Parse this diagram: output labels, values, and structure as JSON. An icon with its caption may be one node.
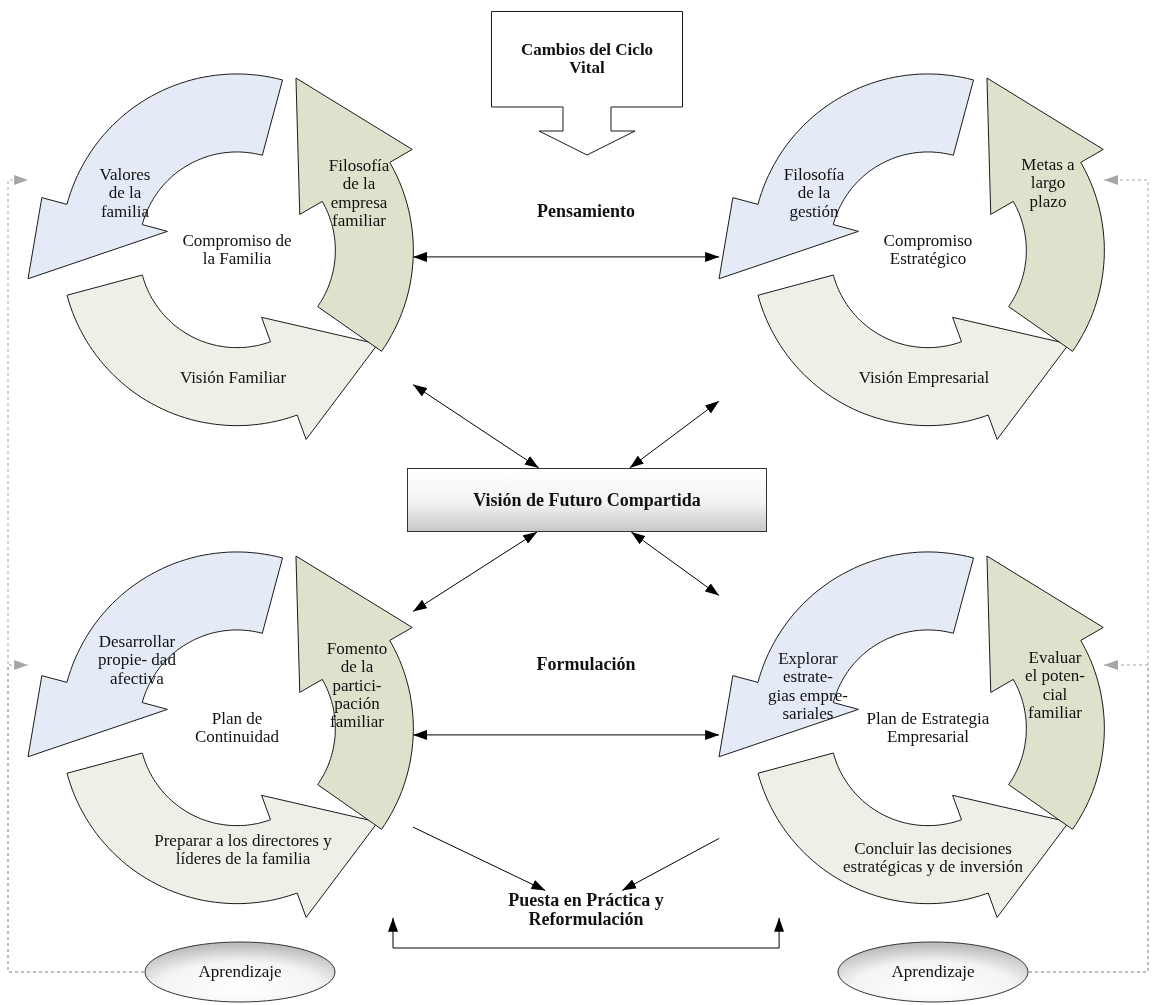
{
  "diagram": {
    "nodes": [
      {
        "text": [
          "Cambios del Ciclo Vital"
        ]
      },
      {
        "text": [
          "Compromiso de la Familia"
        ]
      },
      {
        "text": [
          "Valores de la familia"
        ],
        "in": 1
      },
      {
        "text": [
          "Filosofía de la empresa familiar"
        ],
        "in": 1
      },
      {
        "text": [
          "Visión Familiar"
        ],
        "in": 1
      },
      {
        "text": [
          "Compromiso Estratégico"
        ]
      },
      {
        "text": [
          "Filosofía de la gestión"
        ],
        "in": 5
      },
      {
        "text": [
          "Metas a largo plazo"
        ],
        "in": 5
      },
      {
        "text": [
          "Visión Empresarial"
        ],
        "in": 5
      },
      {
        "text": [
          "Visión de Futuro Compartida"
        ]
      },
      {
        "text": [
          "Plan de Continuidad"
        ]
      },
      {
        "text": [
          "Desarrollar propie- dad afectiva"
        ],
        "in": 10
      },
      {
        "text": [
          "Fomento de la partici- pación familiar"
        ],
        "in": 10
      },
      {
        "text": [
          "Preparar a los directores y líderes de la familia"
        ],
        "in": 10
      },
      {
        "text": [
          "Plan de Estrategia Empresarial"
        ]
      },
      {
        "text": [
          "Explorar estrate- gias empre- sariales"
        ],
        "in": 14
      },
      {
        "text": [
          "Evaluar el poten- cial familiar"
        ],
        "in": 14
      },
      {
        "text": [
          "Concluir las decisiones estratégicas y de inversión"
        ],
        "in": 14
      },
      {
        "text": [
          "Puesta en Práctica y Reformulación"
        ]
      },
      {
        "text": [
          "Aprendizaje"
        ]
      },
      {
        "text": [
          "Aprendizaje"
        ]
      }
    ],
    "edges": [
      {
        "from": 1,
        "to": 5,
        "arrow": "both"
      },
      {
        "from": 1,
        "to": 9,
        "arrow": "both"
      },
      {
        "from": 5,
        "to": 9,
        "arrow": "both"
      },
      {
        "from": 9,
        "to": 10,
        "arrow": "both"
      },
      {
        "from": 9,
        "to": 14,
        "arrow": "both"
      },
      {
        "from": 10,
        "to": 14,
        "arrow": "both"
      },
      {
        "from": 10,
        "to": 18,
        "arrow": "to"
      },
      {
        "from": 14,
        "to": 18,
        "arrow": "to"
      },
      {
        "from": 10,
        "to": 14,
        "arrow": "both"
      },
      {
        "from": 19,
        "to": 1,
        "arrow": "to",
        "style": "dashed",
        "color": "#a6a6a6"
      },
      {
        "from": 19,
        "to": 10,
        "arrow": "to",
        "style": "dashed",
        "color": "#a6a6a6"
      },
      {
        "from": 20,
        "to": 5,
        "arrow": "to",
        "style": "dashed",
        "color": "#a6a6a6"
      },
      {
        "from": 20,
        "to": 14,
        "arrow": "to",
        "style": "dashed",
        "color": "#a6a6a6"
      }
    ],
    "labels": [
      "Pensamiento",
      "Formulación"
    ]
  }
}
